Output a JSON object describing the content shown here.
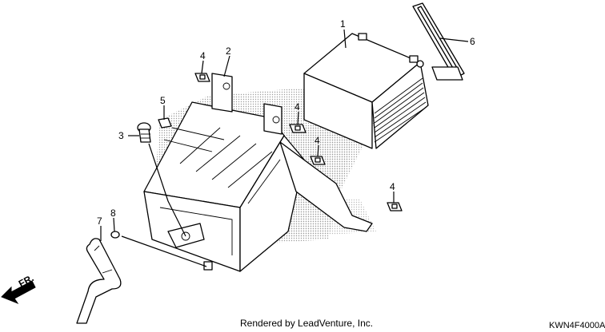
{
  "callouts": [
    {
      "id": "1",
      "label": "1"
    },
    {
      "id": "2",
      "label": "2"
    },
    {
      "id": "3",
      "label": "3"
    },
    {
      "id": "4a",
      "label": "4"
    },
    {
      "id": "4b",
      "label": "4"
    },
    {
      "id": "4c",
      "label": "4"
    },
    {
      "id": "4d",
      "label": "4"
    },
    {
      "id": "5",
      "label": "5"
    },
    {
      "id": "6",
      "label": "6"
    },
    {
      "id": "7",
      "label": "7"
    },
    {
      "id": "8",
      "label": "8"
    }
  ],
  "direction_label": "FR.",
  "footer": {
    "rendered_by": "Rendered by LeadVenture, Inc.",
    "diagram_code": "KWN4F4000A"
  },
  "colors": {
    "line": "#000000",
    "watermark": "#9a9a9a"
  }
}
